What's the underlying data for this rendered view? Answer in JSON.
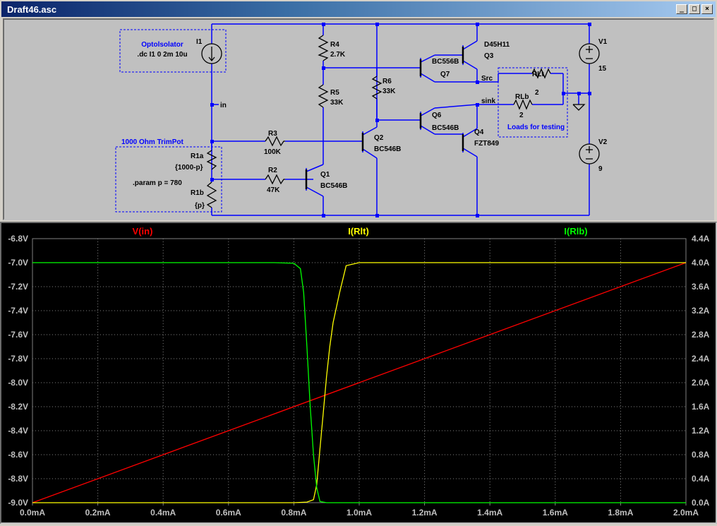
{
  "window": {
    "title": "Draft46.asc",
    "buttons": {
      "minimize": "_",
      "maximize": "□",
      "close": "×"
    }
  },
  "schematic": {
    "labels": {
      "optoisolator": "Optolsolator",
      "dc_directive": ".dc I1 0 2m 10u",
      "trimpot_title": "1000 Ohm TrimPot",
      "param_directive": ".param p = 780",
      "loads_title": "Loads for testing",
      "net_in": "in",
      "net_src": "Src",
      "net_sink": "sink"
    },
    "components": {
      "I1": {
        "ref": "I1"
      },
      "R4": {
        "ref": "R4",
        "value": "2.7K"
      },
      "R5": {
        "ref": "R5",
        "value": "33K"
      },
      "R6": {
        "ref": "R6",
        "value": "33K"
      },
      "R3": {
        "ref": "R3",
        "value": "100K"
      },
      "R2": {
        "ref": "R2",
        "value": "47K"
      },
      "R1a": {
        "ref": "R1a",
        "value": "{1000-p}"
      },
      "R1b": {
        "ref": "R1b",
        "value": "{p}"
      },
      "Q1": {
        "ref": "Q1",
        "value": "BC546B"
      },
      "Q2": {
        "ref": "Q2",
        "value": "BC546B"
      },
      "Q3": {
        "ref": "Q3",
        "value": "D45H11"
      },
      "Q4": {
        "ref": "Q4",
        "value": "FZT849"
      },
      "Q6": {
        "ref": "Q6",
        "value": "BC546B"
      },
      "Q7": {
        "ref": "Q7",
        "value": "BC556B"
      },
      "RLt": {
        "ref": "RLt",
        "value": "2"
      },
      "RLb": {
        "ref": "RLb",
        "value": "2"
      },
      "V1": {
        "ref": "V1",
        "value": "15"
      },
      "V2": {
        "ref": "V2",
        "value": "9"
      }
    }
  },
  "colors": {
    "schematic_bg": "#c0c0c0",
    "wire": "#0000ff",
    "plot_bg": "#000000",
    "grid": "#808080",
    "v_in": "#ff0000",
    "i_rlt": "#ffff00",
    "i_rlb": "#00ff00"
  },
  "chart_data": {
    "type": "line",
    "grid": true,
    "x": {
      "label": "",
      "unit": "mA",
      "range": [
        0,
        2.0
      ],
      "ticks": [
        "0.0mA",
        "0.2mA",
        "0.4mA",
        "0.6mA",
        "0.8mA",
        "1.0mA",
        "1.2mA",
        "1.4mA",
        "1.6mA",
        "1.8mA",
        "2.0mA"
      ]
    },
    "y_left": {
      "unit": "V",
      "range": [
        -9.0,
        -6.8
      ],
      "ticks": [
        "-6.8V",
        "-7.0V",
        "-7.2V",
        "-7.4V",
        "-7.6V",
        "-7.8V",
        "-8.0V",
        "-8.2V",
        "-8.4V",
        "-8.6V",
        "-8.8V",
        "-9.0V"
      ]
    },
    "y_right": {
      "unit": "A",
      "range": [
        0.0,
        4.4
      ],
      "ticks": [
        "4.4A",
        "4.0A",
        "3.6A",
        "3.2A",
        "2.8A",
        "2.4A",
        "2.0A",
        "1.6A",
        "1.2A",
        "0.8A",
        "0.4A",
        "0.0A"
      ]
    },
    "series": [
      {
        "name": "V(in)",
        "axis": "left",
        "x": [
          0,
          2.0
        ],
        "y": [
          -9.0,
          -7.0
        ]
      },
      {
        "name": "I(Rlt)",
        "axis": "right",
        "x": [
          0,
          0.8,
          0.84,
          0.86,
          0.87,
          0.88,
          0.89,
          0.9,
          0.91,
          0.92,
          0.94,
          0.96,
          1.0,
          2.0
        ],
        "y": [
          0,
          0,
          0.01,
          0.05,
          0.3,
          0.9,
          1.5,
          2.1,
          2.6,
          3.0,
          3.5,
          3.95,
          4.0,
          4.0
        ]
      },
      {
        "name": "I(Rlb)",
        "axis": "right",
        "x": [
          0,
          0.74,
          0.8,
          0.82,
          0.83,
          0.84,
          0.85,
          0.86,
          0.87,
          0.88,
          0.9,
          2.0
        ],
        "y": [
          4.0,
          4.0,
          3.99,
          3.9,
          3.5,
          2.6,
          1.6,
          0.8,
          0.25,
          0.02,
          0,
          0
        ]
      }
    ]
  }
}
